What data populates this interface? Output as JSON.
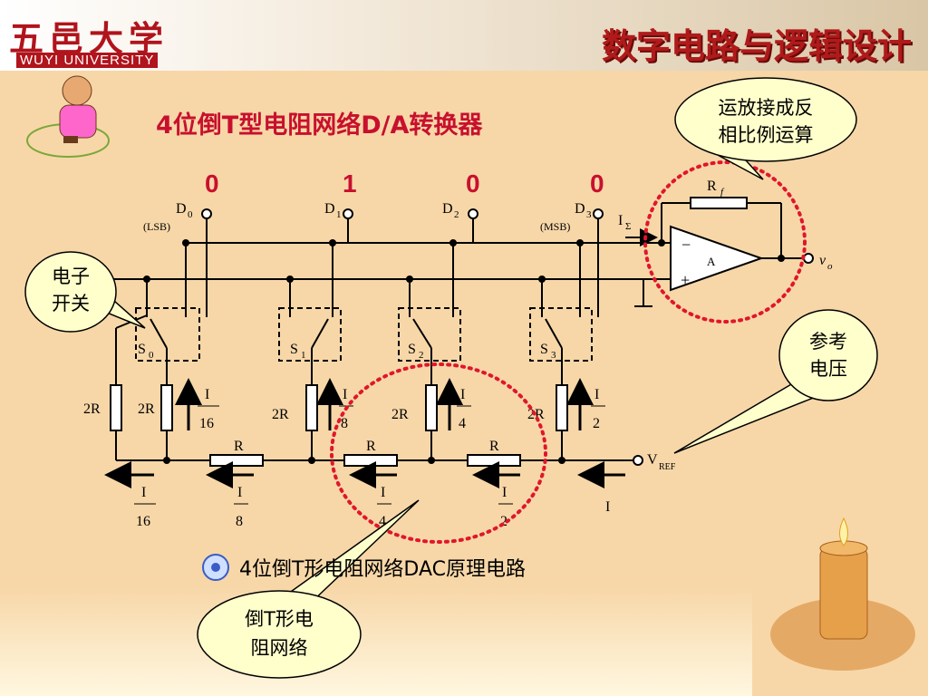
{
  "header": {
    "logo_cn": "五邑大学",
    "logo_en": "WUYI UNIVERSITY",
    "course_title": "数字电路与逻辑设计"
  },
  "slide": {
    "title": "4位倒T型电阻网络D/A转换器",
    "caption": "4位倒T形电阻网络DAC原理电路"
  },
  "bits": [
    "0",
    "1",
    "0",
    "0"
  ],
  "inputs": {
    "d0": "D",
    "d0_sub": "0",
    "lsb": "(LSB)",
    "d1": "D",
    "d1_sub": "1",
    "d2": "D",
    "d2_sub": "2",
    "d3": "D",
    "d3_sub": "3",
    "msb": "(MSB)"
  },
  "switches": [
    "S",
    "S",
    "S",
    "S"
  ],
  "switch_subs": [
    "0",
    "1",
    "2",
    "3"
  ],
  "resistors": {
    "r2": "2R",
    "r": "R",
    "rf": "R",
    "rf_sub": "f"
  },
  "amp": {
    "label": "A",
    "minus": "−",
    "plus": "+",
    "isum": "I",
    "isum_sub": "Σ",
    "out": "v",
    "out_sub": "o"
  },
  "vref": {
    "label": "V",
    "sub": "REF"
  },
  "currents": {
    "up": [
      {
        "n": "I",
        "d": "16"
      },
      {
        "n": "I",
        "d": "8"
      },
      {
        "n": "I",
        "d": "4"
      },
      {
        "n": "I",
        "d": "2"
      }
    ],
    "bottom": [
      {
        "n": "I",
        "d": "16"
      },
      {
        "n": "I",
        "d": "8"
      },
      {
        "n": "I",
        "d": "4"
      },
      {
        "n": "I",
        "d": "2"
      }
    ],
    "total": "I"
  },
  "callouts": {
    "opamp_line1": "运放接成反",
    "opamp_line2": "相比例运算",
    "switch_line1": "电子",
    "switch_line2": "开关",
    "vref_line1": "参考",
    "vref_line2": "电压",
    "network_line1": "倒T形电",
    "network_line2": "阻网络"
  },
  "colors": {
    "accent": "#c8102e",
    "callout_fill": "#ffffcc",
    "dotted_circle": "#e0162b"
  }
}
